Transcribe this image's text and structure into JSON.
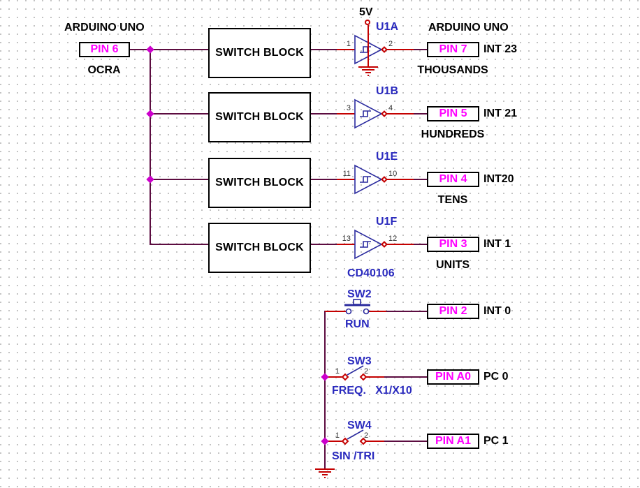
{
  "colors": {
    "wire": "#5c0c40",
    "stub": "#c40000",
    "symbol": "#2a2a9e",
    "blue_label": "#2a2abe",
    "pin_text": "#ff00ff",
    "junction": "#cc00cc",
    "text": "#000000"
  },
  "left_header": "ARDUINO UNO",
  "right_header": "ARDUINO UNO",
  "power_label": "5V",
  "ic_label": "CD40106",
  "source": {
    "pin": "PIN 6",
    "caption": "OCRA"
  },
  "switch_block_label": "SWITCH BLOCK",
  "gate_rows": [
    {
      "gate": "U1A",
      "pin_in": "1",
      "pin_out": "2",
      "pin": "PIN 7",
      "signal": "INT 23",
      "caption": "THOUSANDS"
    },
    {
      "gate": "U1B",
      "pin_in": "3",
      "pin_out": "4",
      "pin": "PIN 5",
      "signal": "INT 21",
      "caption": "HUNDREDS"
    },
    {
      "gate": "U1E",
      "pin_in": "11",
      "pin_out": "10",
      "pin": "PIN 4",
      "signal": "INT20",
      "caption": "TENS"
    },
    {
      "gate": "U1F",
      "pin_in": "13",
      "pin_out": "12",
      "pin": "PIN 3",
      "signal": "INT 1",
      "caption": "UNITS"
    }
  ],
  "switch_rows": [
    {
      "name": "SW2",
      "caption": "RUN",
      "pin": "PIN 2",
      "signal": "INT 0"
    },
    {
      "name": "SW3",
      "caption": "FREQ.   X1/X10",
      "pin": "PIN A0",
      "signal": "PC 0",
      "pin1": "1",
      "pin2": "2"
    },
    {
      "name": "SW4",
      "caption": "SIN /TRI",
      "pin": "PIN A1",
      "signal": "PC 1",
      "pin1": "1",
      "pin2": "2"
    }
  ]
}
